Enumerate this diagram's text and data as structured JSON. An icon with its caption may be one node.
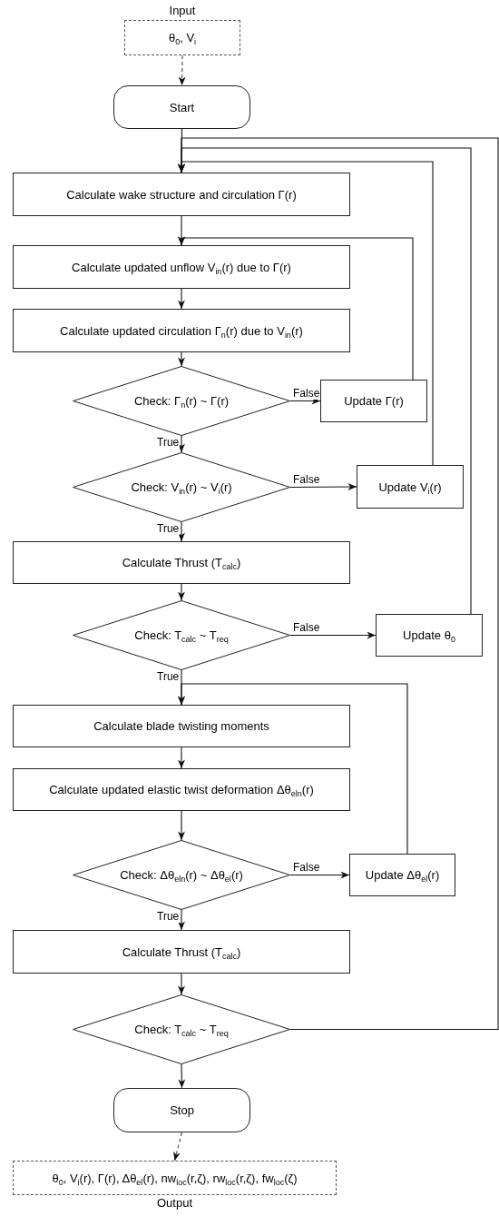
{
  "diagram": {
    "nodes": [
      {
        "text": [
          "Input",
          "θ$_{0}$, V$_{i}$"
        ]
      },
      {
        "text": [
          "Start"
        ]
      },
      {
        "text": [
          "Calculate wake structure and circulation Γ(r)"
        ]
      },
      {
        "text": [
          "Calculate updated unflow V$_{in}$(r) due to Γ(r)"
        ]
      },
      {
        "text": [
          "Calculate updated circulation Γ$_{n}$(r) due to V$_{in}$(r)"
        ]
      },
      {
        "text": [
          "Check: Γ$_{n}$(r) ~ Γ(r)"
        ]
      },
      {
        "text": [
          "Update Γ(r)"
        ]
      },
      {
        "text": [
          "Check: V$_{in}$(r) ~ V$_{i}$(r)"
        ]
      },
      {
        "text": [
          "Update V$_{i}$(r)"
        ]
      },
      {
        "text": [
          "Calculate Thrust (T$_{calc}$)"
        ]
      },
      {
        "text": [
          "Check: T$_{calc}$ ~ T$_{req}$"
        ]
      },
      {
        "text": [
          "Update θ$_{0}$"
        ]
      },
      {
        "text": [
          "Calculate blade twisting moments"
        ]
      },
      {
        "text": [
          "Calculate updated elastic twist deformation Δθ$_{eln}$(r)"
        ]
      },
      {
        "text": [
          "Check: Δθ$_{eln}$(r) ~ Δθ$_{el}$(r)"
        ]
      },
      {
        "text": [
          "Update Δθ$_{el}$(r)"
        ]
      },
      {
        "text": [
          "Calculate Thrust (T$_{calc}$)"
        ]
      },
      {
        "text": [
          "Check: T$_{calc}$ ~ T$_{req}$"
        ]
      },
      {
        "text": [
          "Stop"
        ]
      },
      {
        "text": [
          "θ$_{0}$, V$_{i}$(r), Γ(r), Δθ$_{el}$(r), nw$_{loc}$(r,ζ), rw$_{loc}$(r,ζ), fw$_{loc}$(ζ)",
          "Output"
        ]
      }
    ],
    "edges": [
      {
        "from": 0,
        "to": 1,
        "arrow": "to",
        "style": "dashed"
      },
      {
        "from": 1,
        "to": 2,
        "arrow": "to"
      },
      {
        "from": 2,
        "to": 3,
        "arrow": "to"
      },
      {
        "from": 3,
        "to": 4,
        "arrow": "to"
      },
      {
        "from": 4,
        "to": 5,
        "arrow": "to"
      },
      {
        "from": 5,
        "to": 6,
        "arrow": "to",
        "label": "False"
      },
      {
        "from": 5,
        "to": 7,
        "arrow": "to",
        "label": "True"
      },
      {
        "from": 6,
        "to": 3,
        "arrow": "to"
      },
      {
        "from": 7,
        "to": 8,
        "arrow": "to",
        "label": "False"
      },
      {
        "from": 7,
        "to": 9,
        "arrow": "to",
        "label": "True"
      },
      {
        "from": 8,
        "to": 2,
        "arrow": "to"
      },
      {
        "from": 9,
        "to": 10,
        "arrow": "to"
      },
      {
        "from": 10,
        "to": 11,
        "arrow": "to",
        "label": "False"
      },
      {
        "from": 10,
        "to": 12,
        "arrow": "to",
        "label": "True"
      },
      {
        "from": 11,
        "to": 2,
        "arrow": "to"
      },
      {
        "from": 12,
        "to": 13,
        "arrow": "to"
      },
      {
        "from": 13,
        "to": 14,
        "arrow": "to"
      },
      {
        "from": 14,
        "to": 15,
        "arrow": "to",
        "label": "False"
      },
      {
        "from": 14,
        "to": 16,
        "arrow": "to",
        "label": "True"
      },
      {
        "from": 15,
        "to": 12,
        "arrow": "to"
      },
      {
        "from": 16,
        "to": 17,
        "arrow": "to"
      },
      {
        "from": 17,
        "to": 2,
        "arrow": "to"
      },
      {
        "from": 17,
        "to": 18,
        "arrow": "to"
      },
      {
        "from": 18,
        "to": 19,
        "arrow": "to",
        "style": "dashed"
      }
    ]
  }
}
